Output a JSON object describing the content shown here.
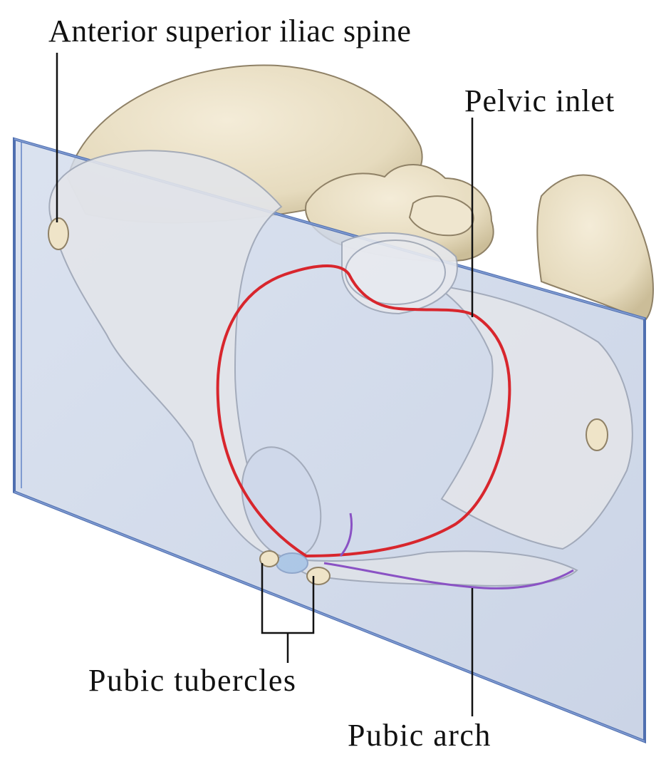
{
  "labels": {
    "anterior_superior_iliac_spine": "Anterior superior iliac spine",
    "pelvic_inlet": "Pelvic inlet",
    "pubic_tubercles": "Pubic tubercles",
    "pubic_arch": "Pubic arch"
  },
  "colors": {
    "bone": "#e9dfc6",
    "bone_shadow": "#cdbf9e",
    "plane_fill": "#c9d4e6",
    "plane_edge": "#4f6fb0",
    "inlet_outline": "#d8262d",
    "arch_outline": "#8a52c4",
    "leader_lines": "#111111"
  }
}
